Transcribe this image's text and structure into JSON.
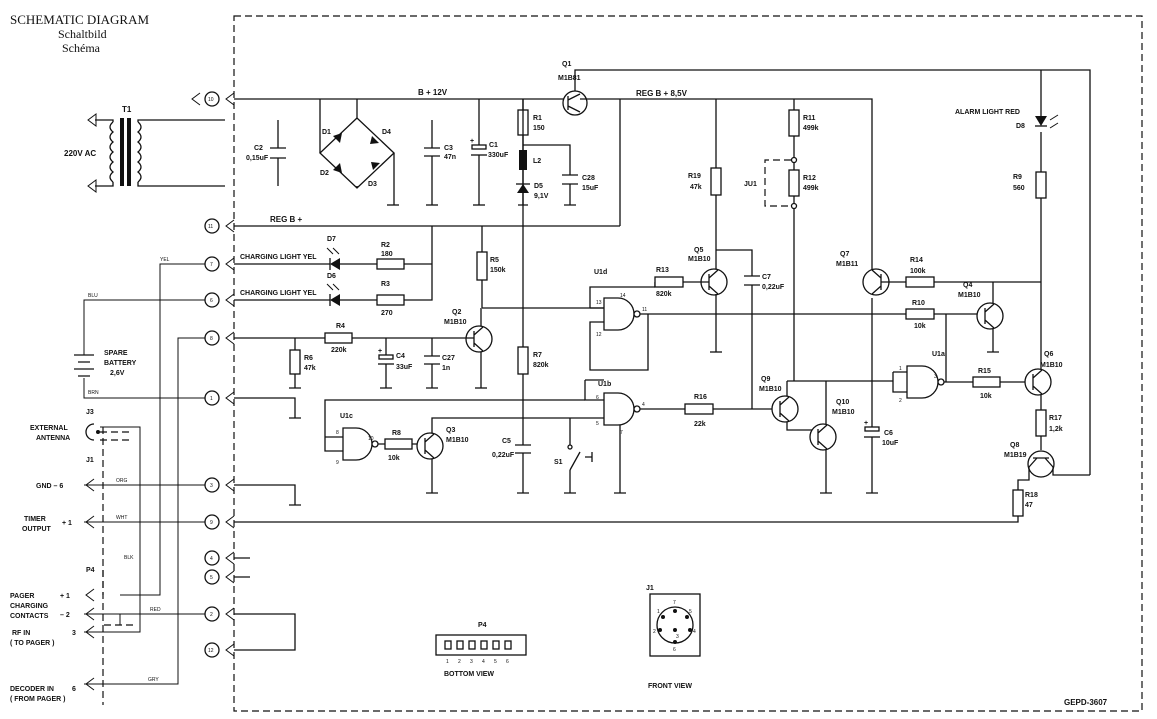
{
  "title": {
    "en": "SCHEMATIC DIAGRAM",
    "de": "Schaltbild",
    "fr": "Schéma"
  },
  "drawing_number": "GEPD-3607",
  "nets": {
    "b_plus_12v": "B + 12V",
    "reg_b_8_5v": "REG B + 8,5V",
    "reg_b": "REG B +"
  },
  "left_labels": {
    "ac_input": "220V AC",
    "spare_battery": [
      "SPARE",
      "BATTERY",
      "2,6V"
    ],
    "external_antenna": [
      "EXTERNAL",
      "ANTENNA"
    ],
    "gnd": "GND  –  6",
    "timer_output": [
      "TIMER",
      "OUTPUT"
    ],
    "timer_pin": "+  1",
    "pager_charging": [
      "PAGER",
      "CHARGING",
      "CONTACTS"
    ],
    "pager_pin_plus": "+  1",
    "pager_pin_minus": "–  2",
    "rf_in": [
      "RF IN",
      "( TO PAGER )"
    ],
    "rf_pin": "3",
    "decoder_in": [
      "DECODER IN",
      "( FROM PAGER )"
    ],
    "decoder_pin": "6"
  },
  "connector_ids": {
    "j3": "J3",
    "j1": "J1",
    "p4": "P4"
  },
  "wire_colors": {
    "yel": "YEL",
    "blu": "BLU",
    "brn": "BRN",
    "org": "ORG",
    "wht": "WHT",
    "blk": "BLK",
    "red": "RED",
    "gry": "GRY"
  },
  "terminals": [
    "10",
    "11",
    "7",
    "6",
    "8",
    "1",
    "3",
    "9",
    "4",
    "5",
    "2",
    "12"
  ],
  "components": {
    "T1": "T1",
    "C2": [
      "C2",
      "0,15uF"
    ],
    "D1": "D1",
    "D2": "D2",
    "D3": "D3",
    "D4": "D4",
    "C3": [
      "C3",
      "47n"
    ],
    "C1": [
      "C1",
      "330uF"
    ],
    "R1": [
      "R1",
      "150"
    ],
    "L2": "L2",
    "D5": [
      "D5",
      "9,1V"
    ],
    "C28": [
      "C28",
      "15uF"
    ],
    "Q1": [
      "Q1",
      "M1B81"
    ],
    "R19": [
      "R19",
      "47k"
    ],
    "Q5": [
      "Q5",
      "M1B10"
    ],
    "C7": [
      "C7",
      "0,22uF"
    ],
    "R11": [
      "R11",
      "499k"
    ],
    "R12": [
      "R12",
      "499k"
    ],
    "JU1": "JU1",
    "D8": "D8",
    "alarm_light": "ALARM LIGHT RED",
    "R9": [
      "R9",
      "560"
    ],
    "D7": "D7",
    "D6": "D6",
    "charging_light_1": "CHARGING LIGHT YEL",
    "charging_light_2": "CHARGING LIGHT YEL",
    "R2": [
      "R2",
      "180"
    ],
    "R3": [
      "R3",
      "270"
    ],
    "R5": [
      "R5",
      "150k"
    ],
    "R13": [
      "R13",
      "820k"
    ],
    "U1d": "U1d",
    "Q7": [
      "Q7",
      "M1B11"
    ],
    "R14": [
      "R14",
      "100k"
    ],
    "R10": [
      "R10",
      "10k"
    ],
    "Q4": [
      "Q4",
      "M1B10"
    ],
    "Q2": [
      "Q2",
      "M1B10"
    ],
    "R4": [
      "R4",
      "220k"
    ],
    "R6": [
      "R6",
      "47k"
    ],
    "C4": [
      "C4",
      "33uF"
    ],
    "C27": [
      "C27",
      "1n"
    ],
    "R7": [
      "R7",
      "820k"
    ],
    "U1b": "U1b",
    "R16": [
      "R16",
      "22k"
    ],
    "Q9": [
      "Q9",
      "M1B10"
    ],
    "Q10": [
      "Q10",
      "M1B10"
    ],
    "C6": [
      "C6",
      "10uF"
    ],
    "U1a": "U1a",
    "R15": [
      "R15",
      "10k"
    ],
    "Q6": [
      "Q6",
      "M1B10"
    ],
    "R17": [
      "R17",
      "1,2k"
    ],
    "Q8": [
      "Q8",
      "M1B19"
    ],
    "R18": [
      "R18",
      "47"
    ],
    "U1c": "U1c",
    "R8": [
      "R8",
      "10k"
    ],
    "Q3": [
      "Q3",
      "M1B10"
    ],
    "C5": [
      "C5",
      "0,22uF"
    ],
    "S1": "S1"
  },
  "pin_numbers": {
    "u1d": [
      "13",
      "14",
      "12",
      "11"
    ],
    "u1b": [
      "6",
      "5",
      "4",
      "7"
    ],
    "u1c": [
      "8",
      "9",
      "10"
    ],
    "u1a": [
      "1",
      "2",
      "3"
    ]
  },
  "views": {
    "p4_title": "P4",
    "p4_caption": "BOTTOM VIEW",
    "p4_pins": [
      "1",
      "2",
      "3",
      "4",
      "5",
      "6"
    ],
    "j1_title": "J1",
    "j1_caption": "FRONT VIEW",
    "j1_pins": [
      "1",
      "2",
      "3",
      "4",
      "5",
      "6",
      "7"
    ]
  }
}
